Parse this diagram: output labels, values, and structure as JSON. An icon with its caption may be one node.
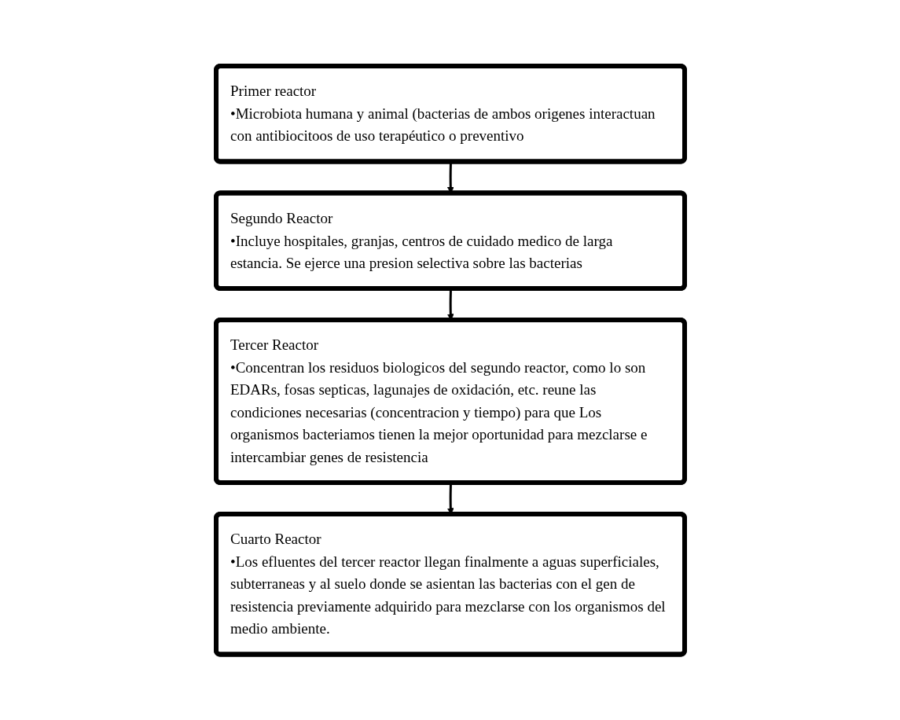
{
  "diagram": {
    "nodes": [
      {
        "text": [
          "Primer reactor",
          "•Microbiota humana y animal (bacterias de ambos origenes interactuan con antibiocitoos de uso terapéutico o preventivo"
        ]
      },
      {
        "text": [
          "Segundo Reactor",
          "•Incluye hospitales, granjas, centros de cuidado medico de larga estancia. Se ejerce una presion selectiva sobre las bacterias"
        ]
      },
      {
        "text": [
          "Tercer Reactor",
          "•Concentran los residuos biologicos del segundo reactor, como lo son EDARs, fosas septicas, lagunajes de oxidación, etc. reune las condiciones necesarias (concentracion y tiempo) para que Los organismos bacteriamos tienen la mejor oportunidad para mezclarse e intercambiar genes de resistencia"
        ]
      },
      {
        "text": [
          "Cuarto Reactor",
          "•Los efluentes del tercer reactor llegan finalmente a aguas superficiales, subterraneas y al suelo donde se asientan las bacterias con el gen de resistencia previamente adquirido para mezclarse con los organismos del medio ambiente."
        ]
      }
    ],
    "edges": [
      {
        "from": 0,
        "to": 1,
        "arrow": "to"
      },
      {
        "from": 1,
        "to": 2,
        "arrow": "to"
      },
      {
        "from": 2,
        "to": 3,
        "arrow": "to"
      }
    ]
  }
}
